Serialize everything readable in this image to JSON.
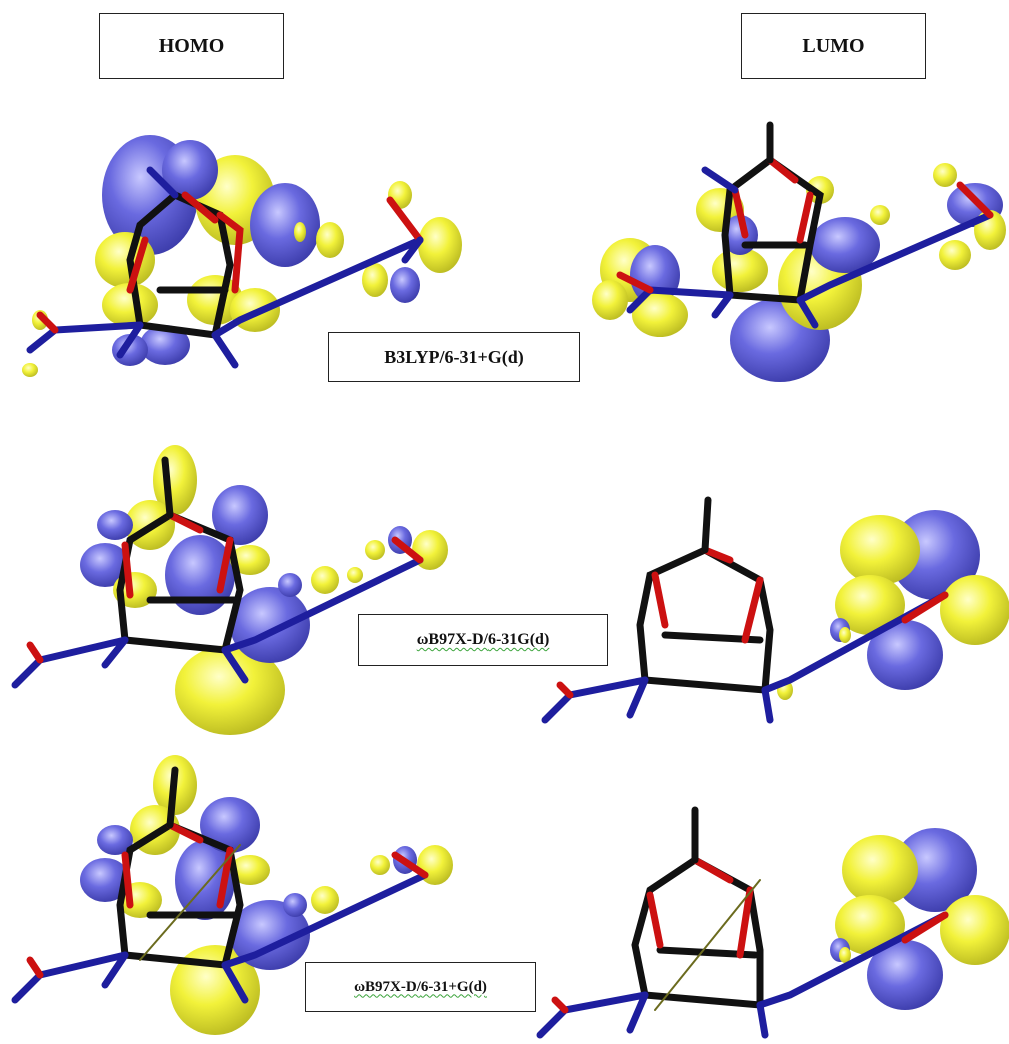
{
  "headers": {
    "homo": "HOMO",
    "lumo": "LUMO"
  },
  "methods": {
    "m1": "B3LYP/6-31+G(d)",
    "m2_prefix": "ωB97X-D/",
    "m2_suffix": "6-31G(d)",
    "m3_prefix": "ωB97X-D/",
    "m3_suffix": "6-31+G(d)"
  },
  "colors": {
    "lobe_positive": "#f2f23a",
    "lobe_negative": "#6a6ae0",
    "bond_carbon": "#111111",
    "bond_nitrogen": "#1e1e9e",
    "bond_oxygen": "#cc1111"
  }
}
